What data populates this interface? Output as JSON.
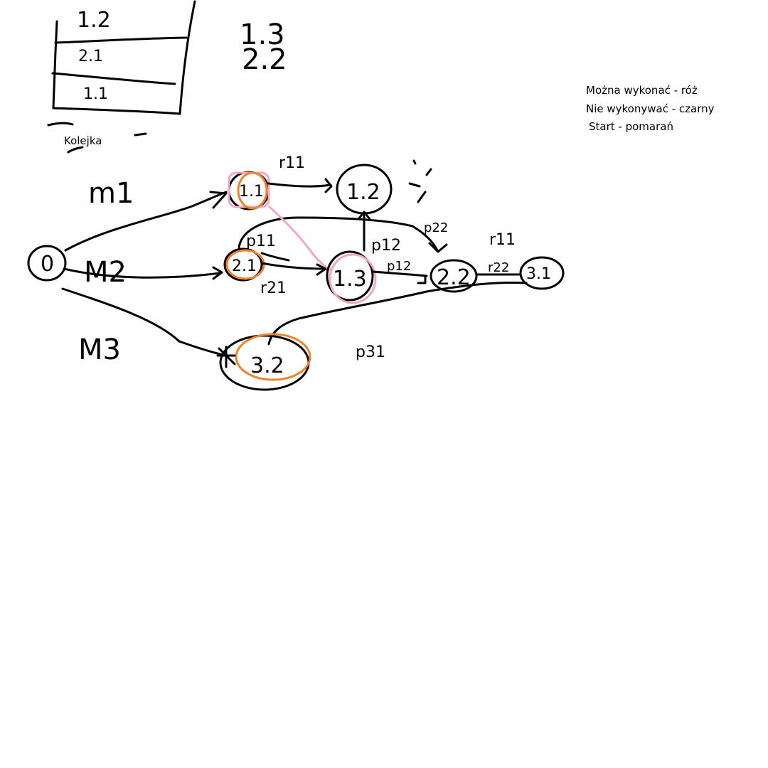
{
  "queue": {
    "label": "Kolejka",
    "rows": [
      "1.2",
      "2.1",
      "1.1"
    ]
  },
  "side_list": [
    "1.3",
    "2.2"
  ],
  "legend": [
    "Można wykonać - róż",
    "Nie wykonywać - czarny",
    "Start - pomarań"
  ],
  "machines": [
    "m1",
    "M2",
    "M3"
  ],
  "nodes": {
    "start": "0",
    "n11": "1.1",
    "n12": "1.2",
    "n21": "2.1",
    "n13": "1.3",
    "n22": "2.2",
    "n31": "3.1",
    "n32": "3.2"
  },
  "edge_labels": [
    "r11",
    "p11",
    "r21",
    "p12",
    "p12",
    "p22",
    "r11",
    "r22",
    "p31"
  ],
  "colors": {
    "ink": "#000000",
    "pink": "#f2a6c6",
    "orange": "#f0832a"
  }
}
